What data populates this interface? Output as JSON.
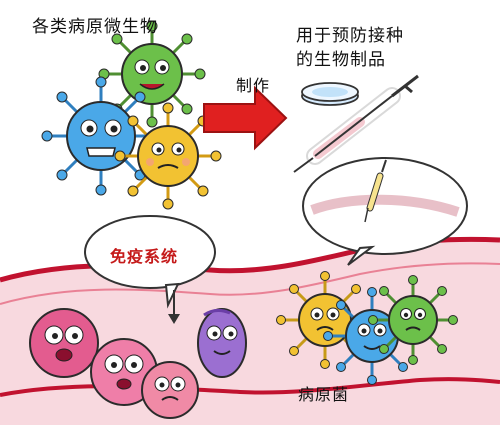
{
  "labels": {
    "microbes": "各类病原微生物",
    "make": "制作",
    "vaccine_line1": "用于预防接种",
    "vaccine_line2": "的生物制品",
    "immune_system": "免疫系统",
    "pathogen": "病原菌"
  },
  "icons": {
    "arrow": "right-arrow-icon",
    "dish": "petri-dish-icon",
    "syringe": "syringe-icon"
  },
  "colors": {
    "arrow_red": "#e02020",
    "virus_green": "#6cc04a",
    "virus_blue": "#4aa8e8",
    "virus_yellow": "#f2c232",
    "immune_pink": "#e35c8f",
    "immune_purple": "#9b6fd1",
    "blood_vessel": "#f4cfd6",
    "vessel_edge": "#c1122f"
  }
}
